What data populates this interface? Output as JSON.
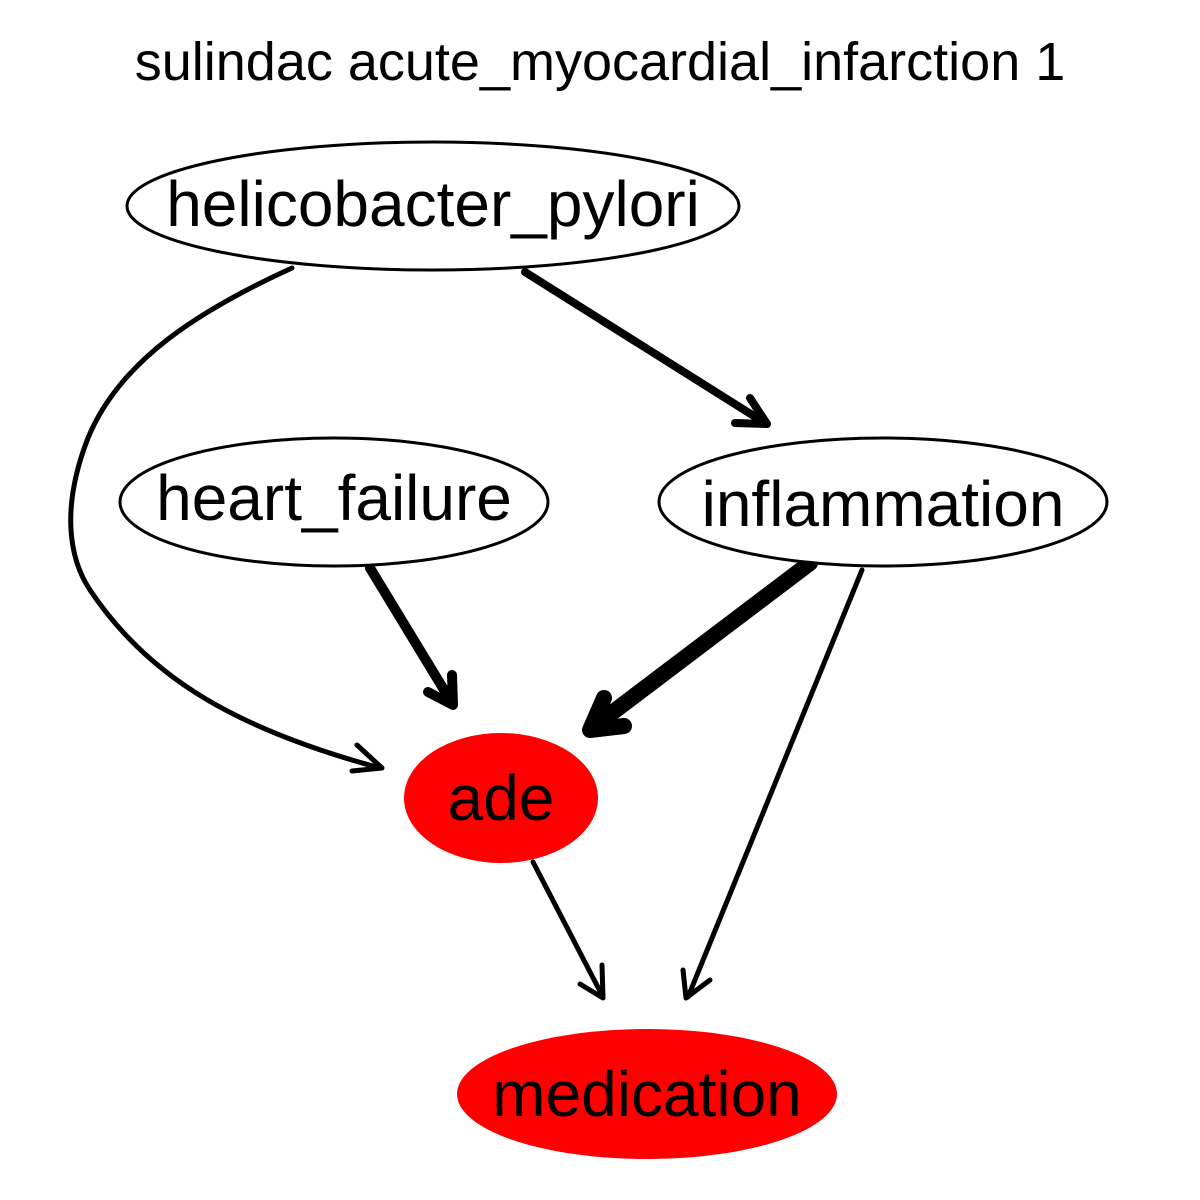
{
  "title": "sulindac acute_myocardial_infarction 1",
  "colors": {
    "highlight_fill": "#ff0000",
    "default_fill": "#ffffff",
    "stroke": "#000000"
  },
  "nodes": [
    {
      "id": "helicobacter_pylori",
      "label": "helicobacter_pylori",
      "highlighted": false
    },
    {
      "id": "heart_failure",
      "label": "heart_failure",
      "highlighted": false
    },
    {
      "id": "inflammation",
      "label": "inflammation",
      "highlighted": false
    },
    {
      "id": "ade",
      "label": "ade",
      "highlighted": true
    },
    {
      "id": "medication",
      "label": "medication",
      "highlighted": true
    }
  ],
  "edges": [
    {
      "from": "helicobacter_pylori",
      "to": "ade",
      "weight": "thin"
    },
    {
      "from": "helicobacter_pylori",
      "to": "inflammation",
      "weight": "medium"
    },
    {
      "from": "heart_failure",
      "to": "ade",
      "weight": "medium"
    },
    {
      "from": "inflammation",
      "to": "ade",
      "weight": "thick"
    },
    {
      "from": "inflammation",
      "to": "medication",
      "weight": "thin"
    },
    {
      "from": "ade",
      "to": "medication",
      "weight": "thin"
    }
  ]
}
